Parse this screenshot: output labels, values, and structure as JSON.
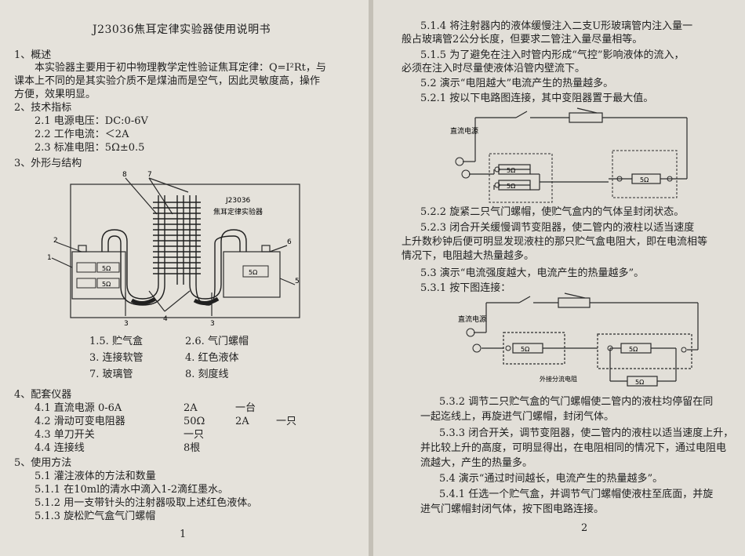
{
  "page1": {
    "title": "J23036焦耳定律实验器使用说明书",
    "s1_heading": "1、概述",
    "s1_para1": "本实验器主要用于初中物理教学定性验证焦耳定律：Q=I²Rt，与",
    "s1_para2": "课本上不同的是其实验介质不是煤油而是空气，因此灵敏度高，操作",
    "s1_para3": "方便，效果明显。",
    "s2_heading": "2、技术指标",
    "spec_1": "2.1 电源电压：DC:0-6V",
    "spec_2": "2.2 工作电流：＜2A",
    "spec_3": "2.3 标准电阻：5Ω±0.5",
    "s3_heading": "3、外形与结构",
    "device": {
      "model": "J23036",
      "name": "焦耳定律实验器",
      "resistor_label": "5Ω",
      "callouts": [
        "1",
        "2",
        "3",
        "3",
        "4",
        "5",
        "6",
        "7",
        "8"
      ]
    },
    "parts": [
      "1.5. 贮气盒",
      "2.6. 气门螺帽",
      "3. 连接软管",
      "4. 红色液体",
      "7. 玻璃管",
      "8. 刻度线"
    ],
    "s4_heading": "4、配套仪器",
    "equipment": [
      {
        "name": "4.1 直流电源 0-6A",
        "spec1": "2A",
        "spec2": "",
        "qty": "一台"
      },
      {
        "name": "4.2 滑动可变电阻器",
        "spec1": "50Ω",
        "spec2": "2A",
        "qty": "一只"
      },
      {
        "name": "4.3 单刀开关",
        "spec1": "一只",
        "spec2": "",
        "qty": ""
      },
      {
        "name": "4.4 连接线",
        "spec1": "8根",
        "spec2": "",
        "qty": ""
      }
    ],
    "s5_heading": "5、使用方法",
    "s51_heading": "5.1 灌注液体的方法和数量",
    "s511": "5.1.1 在10ml的清水中滴入1-2滴红墨水。",
    "s512": "5.1.2 用一支带针头的注射器吸取上述红色液体。",
    "s513": "5.1.3 旋松贮气盒气门螺帽",
    "page_number": "1"
  },
  "page2": {
    "s514_a": "5.1.4 将注射器内的液体缓慢注入二支U形玻璃管内注入量一",
    "s514_b": "般占玻璃管2公分长度，但要求二管注入量尽量相等。",
    "s515_a": "5.1.5 为了避免在注入时管内形成“气控”影响液体的流入，",
    "s515_b": "必须在注入时尽量使液体沿管内壁流下。",
    "s52_heading": "5.2 演示“电阻越大”电流产生的热量越多。",
    "s521": "5.2.1 按以下电路图连接，其中变阻器置于最大值。",
    "circuit_power_label": "直流电源",
    "resistor_label": "5Ω",
    "s522": "5.2.2 旋紧二只气门螺帽，使贮气盒内的气体呈封闭状态。",
    "s523_a": "5.2.3 闭合开关缓慢调节变阻器，使二管内的液柱以适当速度",
    "s523_b": "上升数秒钟后便可明显发现液柱的那只贮气盒电阻大，即在电流相等",
    "s523_c": "情况下，电阻越大热量越多。",
    "s53_heading": "5.3 演示“电流强度越大，电流产生的热量越多”。",
    "s531": "5.3.1 按下图连接：",
    "external_shunt_label": "外接分流电阻",
    "s532_a": "5.3.2 调节二只贮气盒的气门螺帽使二管内的液柱均停留在同",
    "s532_b": "一起迄线上，再旋进气门螺帽，封闭气体。",
    "s533_a": "5.3.3 闭合开关，调节变阻器，使二管内的液柱以适当速度上升，",
    "s533_b": "并比较上升的高度，可明显得出，在电阻相同的情况下，通过电阻电",
    "s533_c": "流越大，产生的热量多。",
    "s54_heading": "5.4 演示“通过时间越长，电流产生的热量越多”。",
    "s541_a": "5.4.1 任选一个贮气盒，并调节气门螺帽使液柱至底面，并旋",
    "s541_b": "进气门螺帽封闭气体，按下图电路连接。",
    "page_number": "2"
  },
  "colors": {
    "ink": "#1f1f1f",
    "line": "#2a2a2a",
    "paper_left": "#e5e2db",
    "paper_right": "#e2dfd8",
    "liquid": "#202020"
  }
}
